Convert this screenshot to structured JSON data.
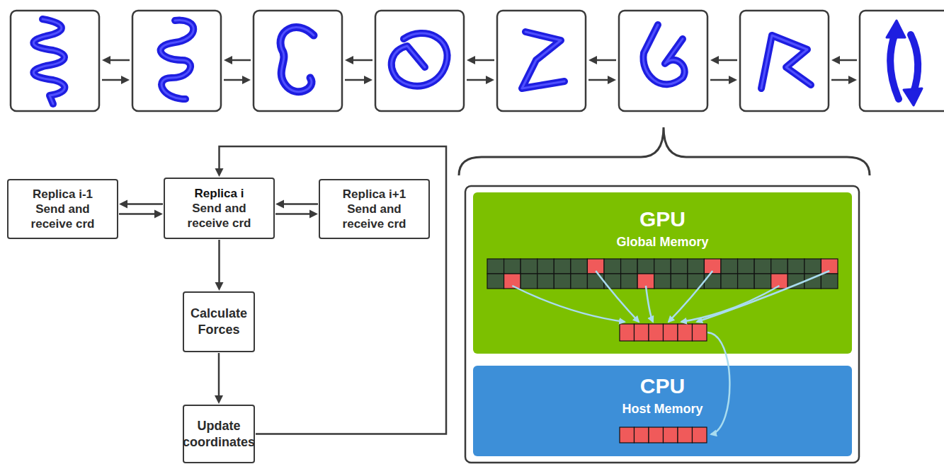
{
  "diagram": {
    "nodes": [
      {
        "text": [
          "Replica i-1",
          "Send and receive crd"
        ]
      },
      {
        "text": [
          "Replica i",
          "Send and receive crd"
        ]
      },
      {
        "text": [
          "Replica i+1",
          "Send and receive crd"
        ]
      },
      {
        "text": [
          "Calculate Forces"
        ]
      },
      {
        "text": [
          "Update coordinates"
        ]
      },
      {
        "text": [
          "GPU",
          "Global Memory"
        ]
      },
      {
        "text": [
          "CPU",
          "Host Memory"
        ]
      }
    ],
    "edges": [
      {
        "from": 1,
        "to": 0,
        "arrow": "to"
      },
      {
        "from": 0,
        "to": 1,
        "arrow": "to"
      },
      {
        "from": 2,
        "to": 1,
        "arrow": "to"
      },
      {
        "from": 1,
        "to": 2,
        "arrow": "to"
      },
      {
        "from": 1,
        "to": 3,
        "arrow": "to"
      },
      {
        "from": 3,
        "to": 4,
        "arrow": "to"
      },
      {
        "from": 4,
        "to": 1,
        "arrow": "to"
      }
    ]
  }
}
